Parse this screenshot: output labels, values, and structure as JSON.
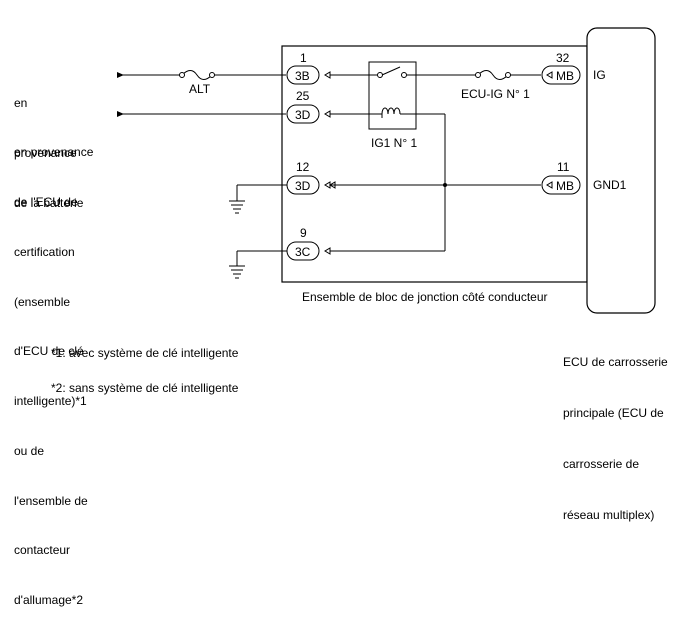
{
  "inputs": {
    "battery": [
      "en",
      "provenance",
      "de la batterie"
    ],
    "ecu_source": [
      "en provenance",
      "de l'ECU de",
      "certification",
      "(ensemble",
      "d'ECU de clé",
      "intelligente)*1",
      "ou de",
      "l'ensemble de",
      "contacteur",
      "d'allumage*2"
    ]
  },
  "fuses": {
    "alt": "ALT",
    "ecu_ig": "ECU-IG N° 1"
  },
  "relay": {
    "label": "IG1 N° 1"
  },
  "junction_block": {
    "label": "Ensemble de bloc de jonction côté conducteur",
    "pins": [
      {
        "number": "1",
        "connector": "3B"
      },
      {
        "number": "25",
        "connector": "3D"
      },
      {
        "number": "12",
        "connector": "3D"
      },
      {
        "number": "9",
        "connector": "3C"
      }
    ]
  },
  "body_ecu": {
    "label": [
      "ECU de carrosserie",
      "principale (ECU de",
      "carrosserie de",
      "réseau multiplex)"
    ],
    "pins": [
      {
        "number": "32",
        "connector": "MB",
        "signal": "IG"
      },
      {
        "number": "11",
        "connector": "MB",
        "signal": "GND1"
      }
    ]
  },
  "notes": [
    "*1: avec système de clé intelligente",
    "*2: sans système de clé intelligente"
  ]
}
